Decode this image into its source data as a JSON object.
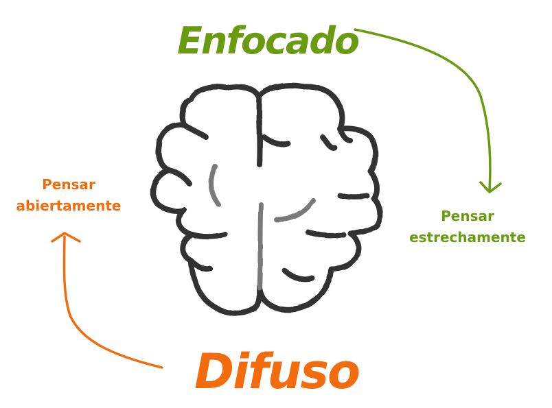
{
  "colors": {
    "focused": "#6a9a0f",
    "diffuse": "#f26c0d",
    "brain_outline": "#333333",
    "brain_inner": "#7a7a7a"
  },
  "focused_mode": {
    "title": "Enfocado",
    "caption_line1": "Pensar",
    "caption_line2": "estrechamente"
  },
  "diffuse_mode": {
    "title": "Difuso",
    "caption_line1": "Pensar",
    "caption_line2": "abiertamente"
  },
  "icons": {
    "center": "brain-icon",
    "focused_arrow": "arrow-down-curved-icon",
    "diffuse_arrow": "arrow-up-curved-icon"
  }
}
